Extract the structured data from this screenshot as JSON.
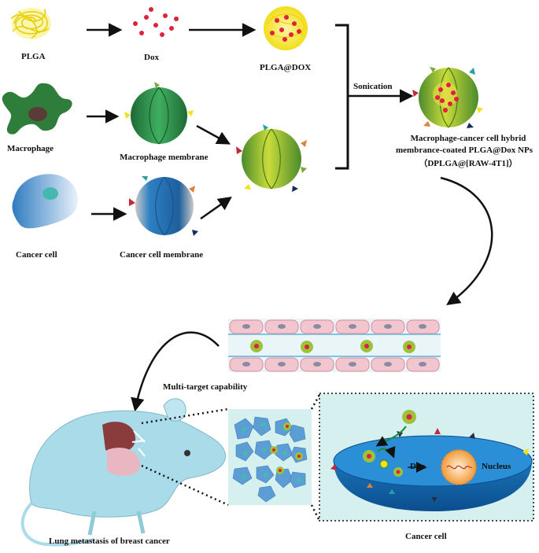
{
  "labels": {
    "plga": "PLGA",
    "dox": "Dox",
    "plga_dox": "PLGA@DOX",
    "macrophage": "Macrophage",
    "macrophage_membrane": "Macrophage membrane",
    "cancer_cell": "Cancer cell",
    "cancer_cell_membrane": "Cancer cell membrane",
    "sonication": "Sonication",
    "hybrid_line1": "Macrophage-cancer cell hybrid",
    "hybrid_line2": "membrance-coated PLGA@Dox NPs",
    "hybrid_line3": "（DPLGA@[RAW-4T1]）",
    "multi_target": "Multi-target capability",
    "lung_metastasis": "Lung metastasis of breast cancer",
    "cancer_cell_bottom": "Cancer cell",
    "dox_inner": "Dox",
    "nucleus": "Nucleus"
  },
  "colors": {
    "plga_yellow": "#f2e21a",
    "dox_red": "#e0213c",
    "macrophage_green": "#2e8b3e",
    "cancer_blue": "#3f8fd0",
    "hybrid_green": "#9cc23a",
    "vessel_pink": "#f2c6cf",
    "mouse_blue": "#a9dbe8",
    "panel_bg": "#d6efef"
  }
}
